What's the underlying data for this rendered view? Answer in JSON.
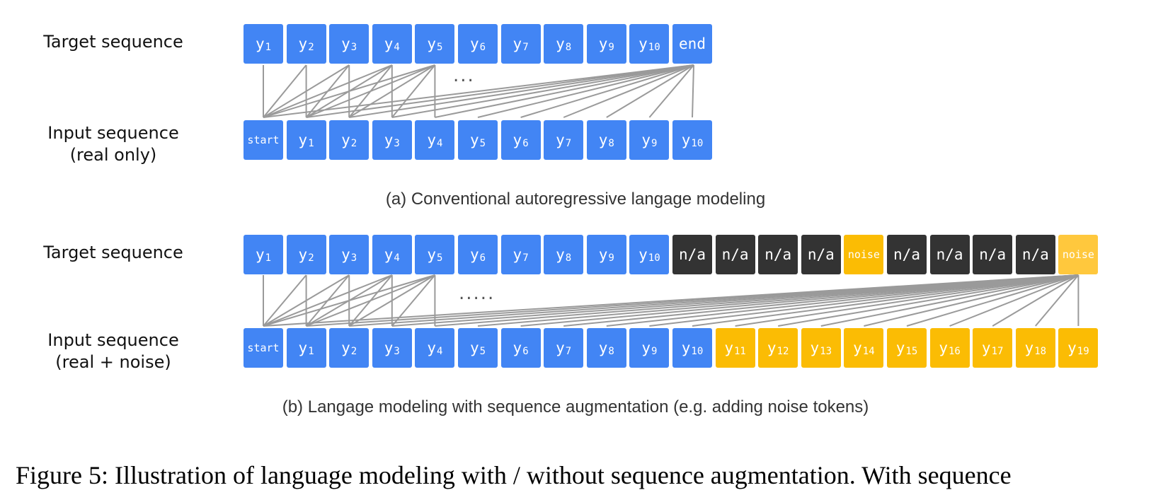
{
  "panel_a": {
    "target_label": "Target sequence",
    "input_label_line1": "Input sequence",
    "input_label_line2": "(real only)",
    "target_tokens": [
      {
        "base": "y",
        "sub": "1",
        "color": "blue"
      },
      {
        "base": "y",
        "sub": "2",
        "color": "blue"
      },
      {
        "base": "y",
        "sub": "3",
        "color": "blue"
      },
      {
        "base": "y",
        "sub": "4",
        "color": "blue"
      },
      {
        "base": "y",
        "sub": "5",
        "color": "blue"
      },
      {
        "base": "y",
        "sub": "6",
        "color": "blue"
      },
      {
        "base": "y",
        "sub": "7",
        "color": "blue"
      },
      {
        "base": "y",
        "sub": "8",
        "color": "blue"
      },
      {
        "base": "y",
        "sub": "9",
        "color": "blue"
      },
      {
        "base": "y",
        "sub": "10",
        "color": "blue"
      },
      {
        "base": "end",
        "sub": "",
        "color": "blue"
      }
    ],
    "input_tokens": [
      {
        "base": "start",
        "sub": "",
        "color": "blue"
      },
      {
        "base": "y",
        "sub": "1",
        "color": "blue"
      },
      {
        "base": "y",
        "sub": "2",
        "color": "blue"
      },
      {
        "base": "y",
        "sub": "3",
        "color": "blue"
      },
      {
        "base": "y",
        "sub": "4",
        "color": "blue"
      },
      {
        "base": "y",
        "sub": "5",
        "color": "blue"
      },
      {
        "base": "y",
        "sub": "6",
        "color": "blue"
      },
      {
        "base": "y",
        "sub": "7",
        "color": "blue"
      },
      {
        "base": "y",
        "sub": "8",
        "color": "blue"
      },
      {
        "base": "y",
        "sub": "9",
        "color": "blue"
      },
      {
        "base": "y",
        "sub": "10",
        "color": "blue"
      }
    ],
    "ellipsis": "...",
    "caption": "(a) Conventional autoregressive langage modeling"
  },
  "panel_b": {
    "target_label": "Target sequence",
    "input_label_line1": "Input sequence",
    "input_label_line2": "(real + noise)",
    "target_tokens": [
      {
        "base": "y",
        "sub": "1",
        "color": "blue"
      },
      {
        "base": "y",
        "sub": "2",
        "color": "blue"
      },
      {
        "base": "y",
        "sub": "3",
        "color": "blue"
      },
      {
        "base": "y",
        "sub": "4",
        "color": "blue"
      },
      {
        "base": "y",
        "sub": "5",
        "color": "blue"
      },
      {
        "base": "y",
        "sub": "6",
        "color": "blue"
      },
      {
        "base": "y",
        "sub": "7",
        "color": "blue"
      },
      {
        "base": "y",
        "sub": "8",
        "color": "blue"
      },
      {
        "base": "y",
        "sub": "9",
        "color": "blue"
      },
      {
        "base": "y",
        "sub": "10",
        "color": "blue"
      },
      {
        "base": "n/a",
        "sub": "",
        "color": "dark"
      },
      {
        "base": "n/a",
        "sub": "",
        "color": "dark"
      },
      {
        "base": "n/a",
        "sub": "",
        "color": "dark"
      },
      {
        "base": "n/a",
        "sub": "",
        "color": "dark"
      },
      {
        "base": "noise",
        "sub": "",
        "color": "yellow"
      },
      {
        "base": "n/a",
        "sub": "",
        "color": "dark"
      },
      {
        "base": "n/a",
        "sub": "",
        "color": "dark"
      },
      {
        "base": "n/a",
        "sub": "",
        "color": "dark"
      },
      {
        "base": "n/a",
        "sub": "",
        "color": "dark"
      },
      {
        "base": "noise",
        "sub": "",
        "color": "yellow-light"
      }
    ],
    "input_tokens": [
      {
        "base": "start",
        "sub": "",
        "color": "blue"
      },
      {
        "base": "y",
        "sub": "1",
        "color": "blue"
      },
      {
        "base": "y",
        "sub": "2",
        "color": "blue"
      },
      {
        "base": "y",
        "sub": "3",
        "color": "blue"
      },
      {
        "base": "y",
        "sub": "4",
        "color": "blue"
      },
      {
        "base": "y",
        "sub": "5",
        "color": "blue"
      },
      {
        "base": "y",
        "sub": "6",
        "color": "blue"
      },
      {
        "base": "y",
        "sub": "7",
        "color": "blue"
      },
      {
        "base": "y",
        "sub": "8",
        "color": "blue"
      },
      {
        "base": "y",
        "sub": "9",
        "color": "blue"
      },
      {
        "base": "y",
        "sub": "10",
        "color": "blue"
      },
      {
        "base": "y",
        "sub": "11",
        "color": "yellow"
      },
      {
        "base": "y",
        "sub": "12",
        "color": "yellow"
      },
      {
        "base": "y",
        "sub": "13",
        "color": "yellow"
      },
      {
        "base": "y",
        "sub": "14",
        "color": "yellow"
      },
      {
        "base": "y",
        "sub": "15",
        "color": "yellow"
      },
      {
        "base": "y",
        "sub": "16",
        "color": "yellow"
      },
      {
        "base": "y",
        "sub": "17",
        "color": "yellow"
      },
      {
        "base": "y",
        "sub": "18",
        "color": "yellow"
      },
      {
        "base": "y",
        "sub": "19",
        "color": "yellow"
      }
    ],
    "ellipsis": ".....",
    "caption": "(b) Langage modeling with sequence augmentation (e.g. adding noise tokens)"
  },
  "figure_caption": "Figure 5: Illustration of language modeling with / without sequence augmentation. With sequence",
  "colors": {
    "blue": "#4285f4",
    "dark": "#333333",
    "yellow": "#fbbc04",
    "yellow_light": "#ffc83d",
    "connector": "#9a9a9a"
  }
}
